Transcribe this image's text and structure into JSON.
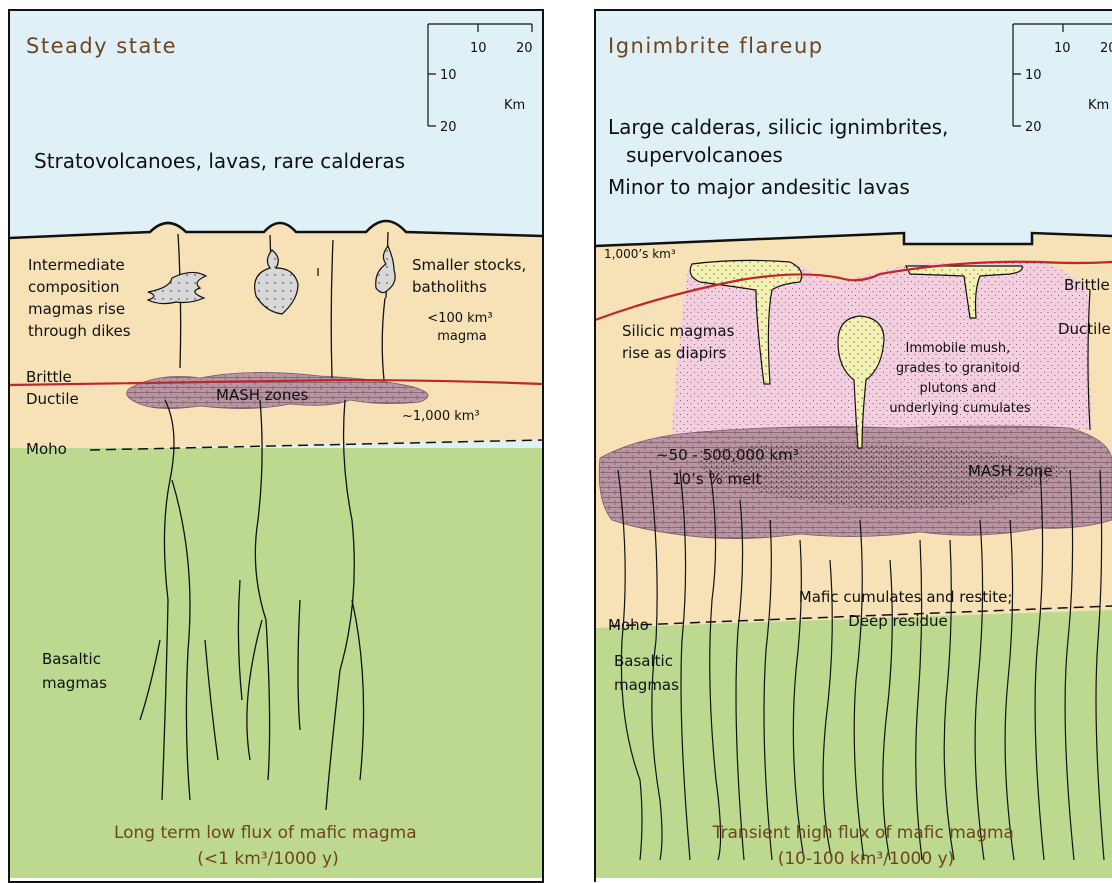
{
  "left": {
    "title": "Steady state",
    "surface": "Stratovolcanoes, lavas, rare calderas",
    "intermediate": [
      "Intermediate",
      "composition",
      "magmas rise",
      "through dikes"
    ],
    "stocks": [
      "Smaller stocks,",
      "batholiths"
    ],
    "stock_volume": [
      "<100 km³",
      "magma"
    ],
    "brittle": "Brittle",
    "ductile": "Ductile",
    "mash": "MASH zones",
    "mash_volume": "~1,000 km³",
    "moho": "Moho",
    "basaltic": [
      "Basaltic",
      "magmas"
    ],
    "flux": [
      "Long term low flux of mafic magma",
      "(<1 km³/1000 y)"
    ]
  },
  "right": {
    "title": "Ignimbrite flareup",
    "surface": [
      "Large calderas, silicic ignimbrites,",
      "supervolcanoes",
      "Minor to major andesitic lavas"
    ],
    "caldera_volume": "1,000’s km³",
    "brittle": "Brittle",
    "ductile": "Ductile",
    "silicic": [
      "Silicic magmas",
      "rise as diapirs"
    ],
    "mush": [
      "Immobile mush,",
      "grades to granitoid",
      "plutons and",
      "underlying cumulates"
    ],
    "mash_volume": "~50 - 500,000 km³",
    "melt": "10’s % melt",
    "mash": "MASH zone",
    "cumulates": [
      "Mafic cumulates and restite;",
      "Deep residue"
    ],
    "moho": "Moho",
    "basaltic": [
      "Basaltic",
      "magmas"
    ],
    "flux": [
      "Transient high flux of mafic magma",
      "(10-100 km³/1000 y)"
    ]
  },
  "scale_bar": {
    "ticks_h": [
      "10",
      "20"
    ],
    "ticks_v": [
      "10",
      "20"
    ],
    "unit": "Km"
  },
  "colors": {
    "sky": "#dff1f7",
    "crust": "#f7e1b6",
    "mantle": "#bcd98f",
    "mash": "#b996a4",
    "silicic": "#f4cfe0",
    "diapir": "#f4f2b3",
    "brittle_ductile_line": "#c0262c",
    "title_text": "#6e4520"
  }
}
